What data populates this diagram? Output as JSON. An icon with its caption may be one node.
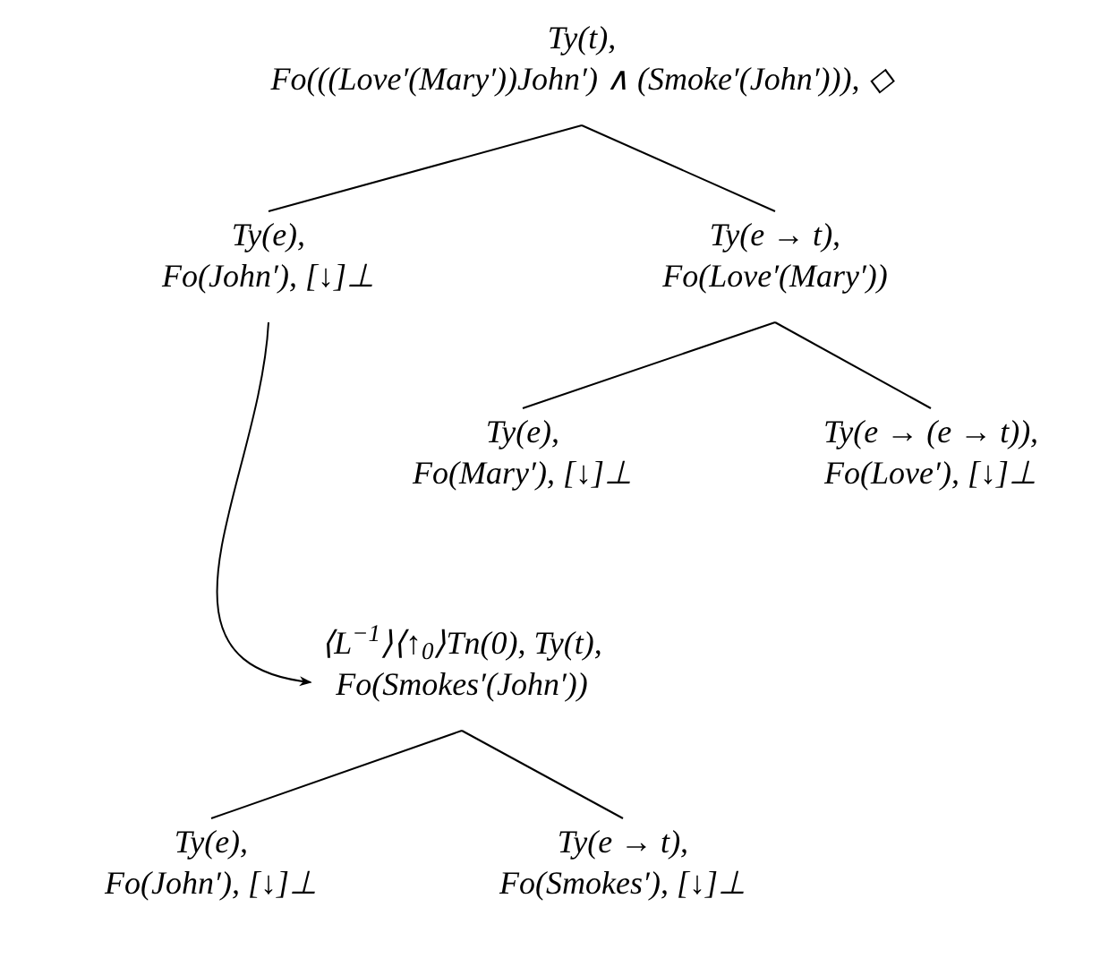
{
  "diagram": {
    "nodes": [
      {
        "text": [
          "Ty(t),",
          "Fo(((Love′(Mary′))John′) ∧ (Smoke′(John′))), ◇"
        ]
      },
      {
        "text": [
          "Ty(e),",
          "Fo(John′), [↓]⊥"
        ]
      },
      {
        "text": [
          "Ty(e → t),",
          "Fo(Love′(Mary′))"
        ]
      },
      {
        "text": [
          "Ty(e),",
          "Fo(Mary′), [↓]⊥"
        ]
      },
      {
        "text": [
          "Ty(e → (e → t)),",
          "Fo(Love′), [↓]⊥"
        ]
      },
      {
        "text": [
          "⟨L$^{−1}$⟩⟨↑$_{0}$⟩Tn(0), Ty(t),",
          "Fo(Smokes′(John′))"
        ]
      },
      {
        "text": [
          "Ty(e),",
          "Fo(John′), [↓]⊥"
        ]
      },
      {
        "text": [
          "Ty(e → t),",
          "Fo(Smokes′), [↓]⊥"
        ]
      }
    ],
    "edges": [
      {
        "from": 0,
        "to": 1,
        "arrow": "none"
      },
      {
        "from": 0,
        "to": 2,
        "arrow": "none"
      },
      {
        "from": 2,
        "to": 3,
        "arrow": "none"
      },
      {
        "from": 2,
        "to": 4,
        "arrow": "none"
      },
      {
        "from": 1,
        "to": 5,
        "arrow": "to"
      },
      {
        "from": 5,
        "to": 6,
        "arrow": "none"
      },
      {
        "from": 5,
        "to": 7,
        "arrow": "none"
      }
    ]
  }
}
